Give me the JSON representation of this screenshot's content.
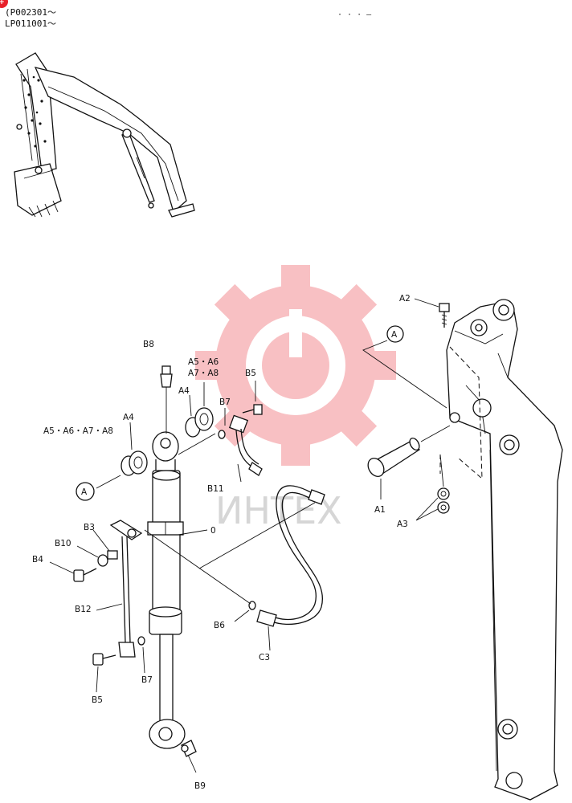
{
  "header": {
    "serial_1": "(P002301～",
    "serial_2": "LP011001～",
    "dots": "· · · –",
    "badge": "+"
  },
  "watermark": {
    "text": "ИНТЕХ",
    "color": "#e8202a"
  },
  "labels": {
    "A1": "A1",
    "A2": "A2",
    "A3": "A3",
    "A4": "A4",
    "A5_A6_A7_A8": "A5・A6・A7・A8",
    "A5_A6": "A5・A6",
    "A7_A8": "A7・A8",
    "B3": "B3",
    "B4": "B4",
    "B5": "B5",
    "B6": "B6",
    "B7": "B7",
    "B8": "B8",
    "B9": "B9",
    "B10": "B10",
    "B11": "B11",
    "B12": "B12",
    "C3": "C3",
    "zero": "0",
    "ref_A": "A"
  }
}
